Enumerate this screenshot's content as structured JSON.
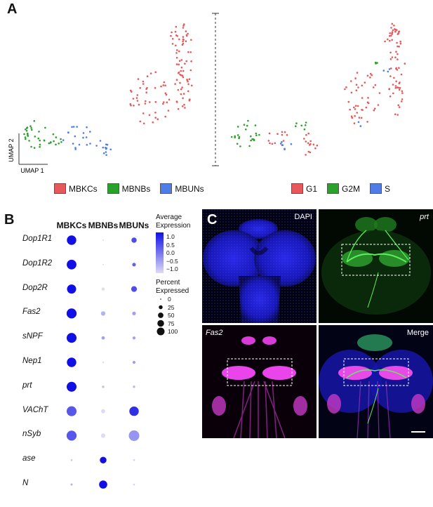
{
  "panels": {
    "a": "A",
    "b": "B",
    "c": "C"
  },
  "umap": {
    "axis_y": "UMAP 2",
    "axis_x": "UMAP 1",
    "legend_left": [
      {
        "label": "MBKCs",
        "color": "#e8585a"
      },
      {
        "label": "MBNBs",
        "color": "#2aa12a"
      },
      {
        "label": "MBUNs",
        "color": "#4f7de8"
      }
    ],
    "legend_right": [
      {
        "label": "G1",
        "color": "#e8585a"
      },
      {
        "label": "G2M",
        "color": "#2aa12a"
      },
      {
        "label": "S",
        "color": "#4f7de8"
      }
    ]
  },
  "dotplot": {
    "columns": [
      "MBKCs",
      "MBNBs",
      "MBUNs"
    ],
    "genes": [
      "Dop1R1",
      "Dop1R2",
      "Dop2R",
      "Fas2",
      "sNPF",
      "Nep1",
      "prt",
      "VAChT",
      "nSyb",
      "ase",
      "N"
    ],
    "pct": [
      [
        80,
        2,
        25
      ],
      [
        85,
        2,
        12
      ],
      [
        75,
        8,
        30
      ],
      [
        90,
        18,
        12
      ],
      [
        88,
        10,
        8
      ],
      [
        80,
        3,
        8
      ],
      [
        88,
        5,
        5
      ],
      [
        88,
        15,
        80
      ],
      [
        90,
        18,
        100
      ],
      [
        3,
        40,
        3
      ],
      [
        4,
        60,
        3
      ]
    ],
    "expr": [
      [
        1.0,
        -1.0,
        0.4
      ],
      [
        1.0,
        -1.0,
        0.2
      ],
      [
        1.0,
        -1.0,
        0.4
      ],
      [
        1.0,
        -0.6,
        -0.4
      ],
      [
        1.0,
        -0.4,
        -0.4
      ],
      [
        1.0,
        -1.0,
        -0.4
      ],
      [
        1.0,
        -0.7,
        -0.6
      ],
      [
        0.3,
        -1.0,
        0.7
      ],
      [
        0.3,
        -1.0,
        -0.3
      ],
      [
        -0.8,
        1.0,
        -0.9
      ],
      [
        -0.6,
        1.0,
        -0.9
      ]
    ],
    "legend_expr_title": [
      "Average",
      "Expression"
    ],
    "legend_expr_ticks": [
      "1.0",
      "0.5",
      "0.0",
      "−0.5",
      "−1.0"
    ],
    "legend_pct_title": [
      "Percent",
      "Expressed"
    ],
    "legend_pct_ticks": [
      "0",
      "25",
      "50",
      "75",
      "100"
    ],
    "color_low": "#dedcf5",
    "color_high": "#1010e6"
  },
  "microscopy": {
    "labels": [
      "DAPI",
      "prt",
      "Fas2",
      "Merge"
    ]
  }
}
